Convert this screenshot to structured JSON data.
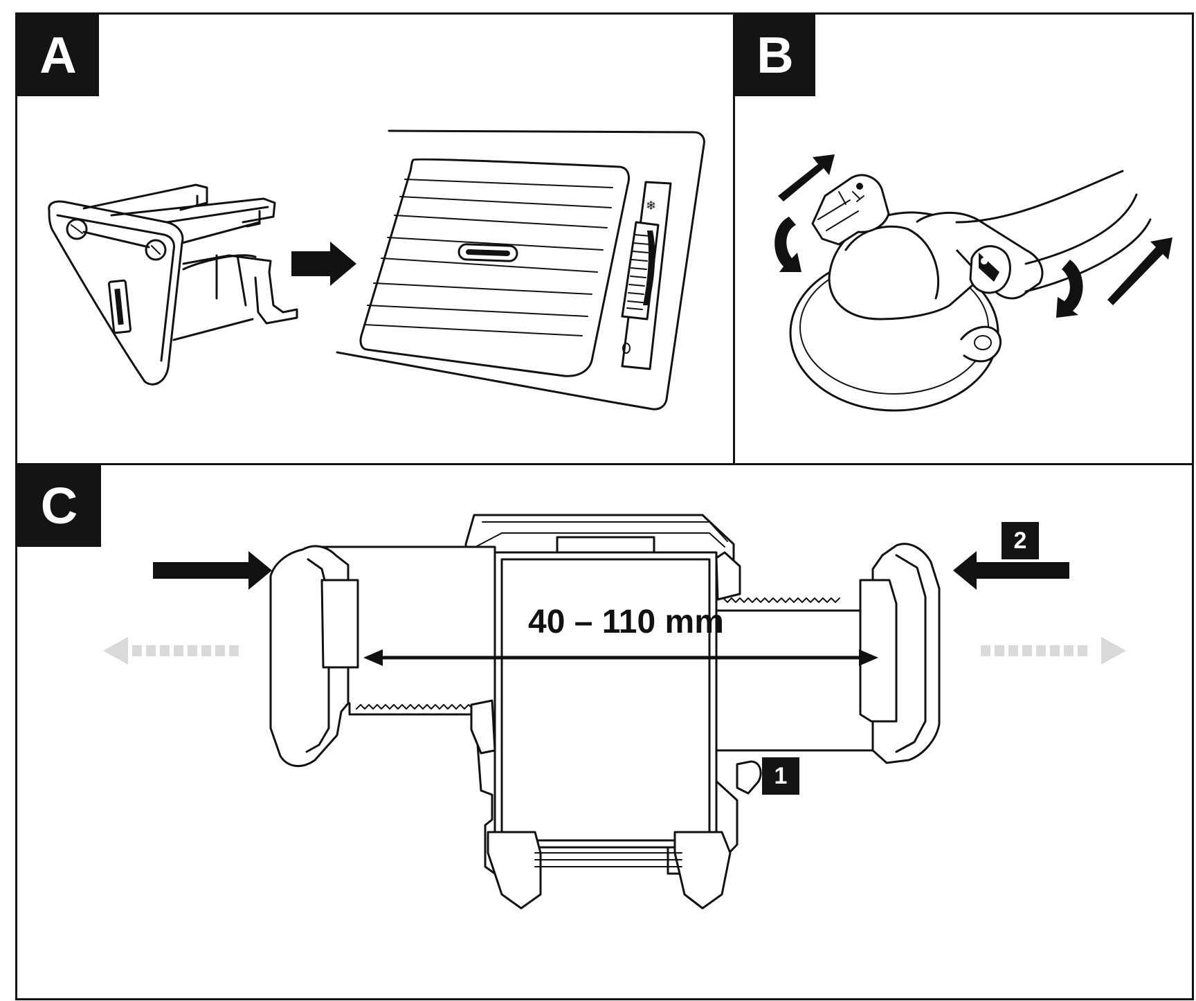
{
  "panels": [
    {
      "label": "A"
    },
    {
      "label": "B"
    },
    {
      "label": "C"
    }
  ],
  "dimension_label": "40 – 110 mm",
  "callouts": [
    "1",
    "2"
  ],
  "colors": {
    "ink": "#111111",
    "ghost_arrow": "#d9d9d9",
    "background": "#ffffff"
  },
  "icons": [
    "vent-clip",
    "car-air-vent",
    "suction-cup-mount",
    "phone-cradle",
    "push-arrow",
    "rotate-arrow"
  ]
}
